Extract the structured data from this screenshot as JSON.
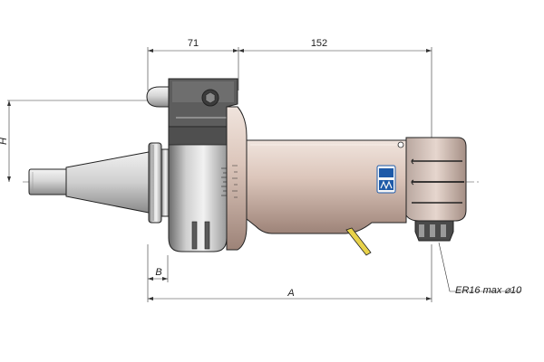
{
  "dimensions": {
    "length_left": "71",
    "length_right": "152",
    "height": "H",
    "base_offset": "B",
    "overall": "A"
  },
  "callout": {
    "collet_note": "ER16 max ⌀10"
  },
  "colors": {
    "body_tan": "#d8c3b8",
    "steel": "#d0d0d0",
    "dark_steel": "#555555",
    "logo_blue": "#1e5aa8",
    "coolant_yellow": "#e8d24a"
  },
  "logo": {
    "text": "MT"
  }
}
